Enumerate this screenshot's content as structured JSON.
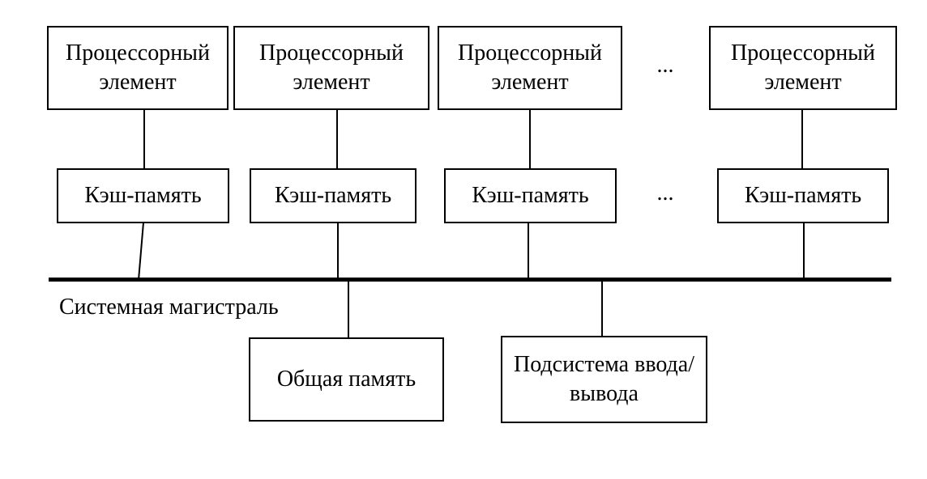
{
  "diagram": {
    "processors": [
      {
        "label": "Процессорный элемент"
      },
      {
        "label": "Процессорный элемент"
      },
      {
        "label": "Процессорный элемент"
      },
      {
        "label": "Процессорный элемент"
      }
    ],
    "caches": [
      {
        "label": "Кэш-память"
      },
      {
        "label": "Кэш-память"
      },
      {
        "label": "Кэш-память"
      },
      {
        "label": "Кэш-память"
      }
    ],
    "ellipsis_processors": "...",
    "ellipsis_caches": "...",
    "bus_label": "Системная магистраль",
    "shared_memory_label": "Общая память",
    "io_subsystem_label": "Подсистема ввода/вывода",
    "colors": {
      "line": "#000000",
      "text": "#000000",
      "background": "#ffffff"
    }
  }
}
